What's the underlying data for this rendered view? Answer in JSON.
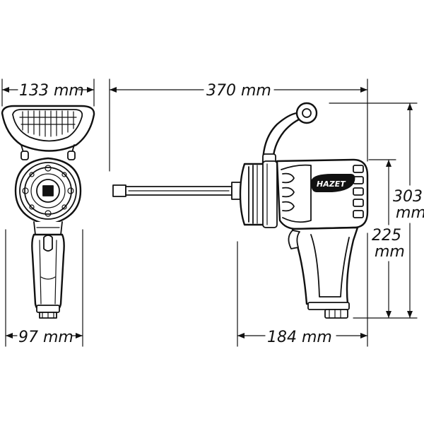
{
  "dimensions": {
    "front_width": "133 mm",
    "overall_length": "370 mm",
    "overall_height_value": "303",
    "overall_height_unit": "mm",
    "body_height_value": "225",
    "body_height_unit": "mm",
    "grip_width": "97 mm",
    "body_length": "184 mm"
  },
  "brand_logo": "HAZET",
  "colors": {
    "line": "#111111",
    "background": "#ffffff"
  }
}
